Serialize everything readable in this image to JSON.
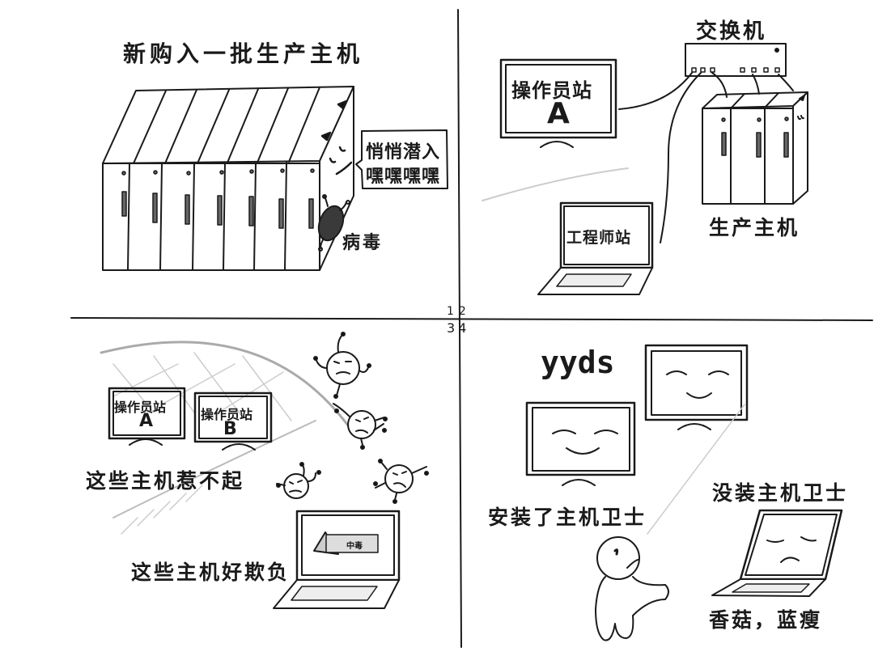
{
  "comic": {
    "panel_numbers": [
      "1",
      "2",
      "3",
      "4"
    ],
    "panel1": {
      "title": "新购入一批生产主机",
      "speech_line1": "悄悄潜入",
      "speech_line2": "嘿嘿嘿嘿",
      "virus_label": "病毒"
    },
    "panel2": {
      "switch_label": "交换机",
      "operator_station_label": "操作员站",
      "operator_station_letter": "A",
      "engineer_station_label": "工程师站",
      "production_hosts_label": "生产主机"
    },
    "panel3": {
      "station_a_label": "操作员站",
      "station_a_letter": "A",
      "station_b_label": "操作员站",
      "station_b_letter": "B",
      "caption_protected": "这些主机惹不起",
      "caption_vulnerable": "这些主机好欺负",
      "infected_popup": "中毒"
    },
    "panel4": {
      "exclaim": "yyds",
      "caption_installed": "安装了主机卫士",
      "caption_not_installed": "没装主机卫士",
      "caption_sad": "香菇，蓝瘦"
    }
  }
}
